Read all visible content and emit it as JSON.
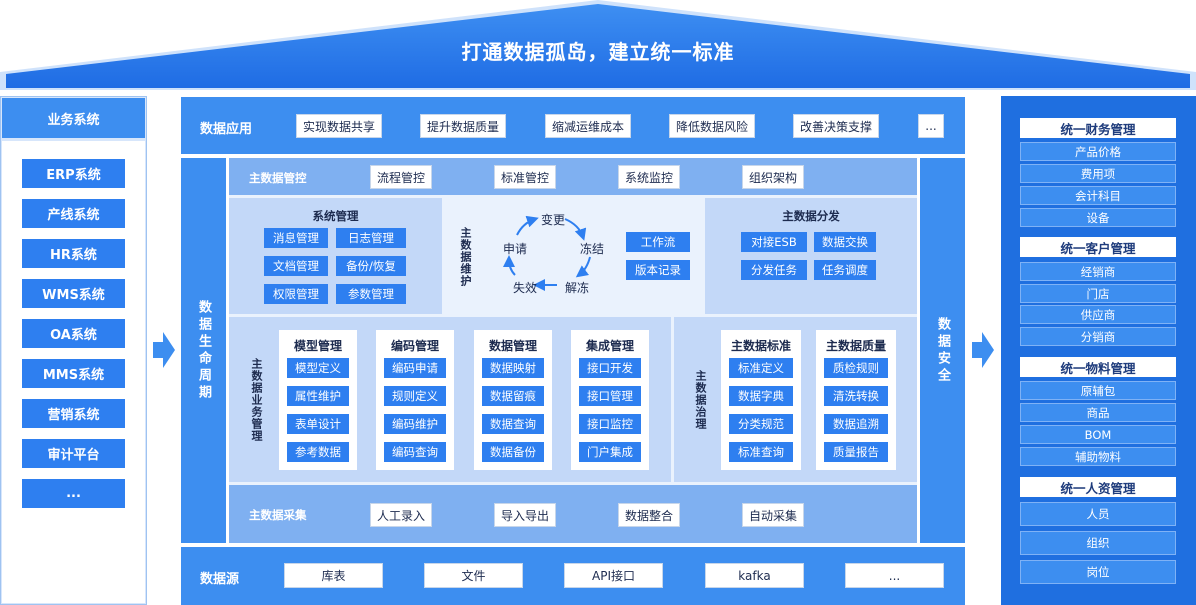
{
  "title": "打通数据孤岛，建立统一标准",
  "business_systems": {
    "label": "业务系统",
    "items": [
      "ERP系统",
      "产线系统",
      "HR系统",
      "WMS系统",
      "OA系统",
      "MMS系统",
      "营销系统",
      "审计平台",
      "..."
    ]
  },
  "data_application": {
    "label": "数据应用",
    "items": [
      "实现数据共享",
      "提升数据质量",
      "缩减运维成本",
      "降低数据风险",
      "改善决策支撑",
      "..."
    ]
  },
  "lifecycle_label": "数据生命周期",
  "security_label": "数据安全",
  "md_control": {
    "label": "主数据管控",
    "items": [
      "流程管控",
      "标准管控",
      "系统监控",
      "组织架构"
    ]
  },
  "system_management": {
    "title": "系统管理",
    "items": [
      "消息管理",
      "日志管理",
      "文档管理",
      "备份/恢复",
      "权限管理",
      "参数管理"
    ]
  },
  "md_maintenance": {
    "label": "主数据维护",
    "cycle": [
      "变更",
      "冻结",
      "解冻",
      "失效",
      "申请"
    ],
    "items": [
      "工作流",
      "版本记录"
    ]
  },
  "md_distribution": {
    "title": "主数据分发",
    "items": [
      "对接ESB",
      "数据交换",
      "分发任务",
      "任务调度"
    ]
  },
  "md_business": {
    "label": "主数据业务管理",
    "groups": [
      {
        "title": "模型管理",
        "items": [
          "模型定义",
          "属性维护",
          "表单设计",
          "参考数据"
        ]
      },
      {
        "title": "编码管理",
        "items": [
          "编码申请",
          "规则定义",
          "编码维护",
          "编码查询"
        ]
      },
      {
        "title": "数据管理",
        "items": [
          "数据映射",
          "数据留痕",
          "数据查询",
          "数据备份"
        ]
      },
      {
        "title": "集成管理",
        "items": [
          "接口开发",
          "接口管理",
          "接口监控",
          "门户集成"
        ]
      }
    ]
  },
  "md_governance": {
    "label": "主数据治理",
    "groups": [
      {
        "title": "主数据标准",
        "items": [
          "标准定义",
          "数据字典",
          "分类规范",
          "标准查询"
        ]
      },
      {
        "title": "主数据质量",
        "items": [
          "质检规则",
          "清洗转换",
          "数据追溯",
          "质量报告"
        ]
      }
    ]
  },
  "md_collection": {
    "label": "主数据采集",
    "items": [
      "人工录入",
      "导入导出",
      "数据整合",
      "自动采集"
    ]
  },
  "data_source": {
    "label": "数据源",
    "items": [
      "库表",
      "文件",
      "API接口",
      "kafka",
      "..."
    ]
  },
  "unified": [
    {
      "title": "统一财务管理",
      "items": [
        "产品价格",
        "费用项",
        "会计科目",
        "设备"
      ]
    },
    {
      "title": "统一客户管理",
      "items": [
        "经销商",
        "门店",
        "供应商",
        "分销商"
      ]
    },
    {
      "title": "统一物料管理",
      "items": [
        "原辅包",
        "商品",
        "BOM",
        "辅助物料"
      ]
    },
    {
      "title": "统一人资管理",
      "items": [
        "人员",
        "组织",
        "岗位"
      ]
    }
  ],
  "colors": {
    "primary": "#2e7ff0",
    "panel": "#3d8ef0",
    "light": "#c3d8f8",
    "dark": "#1f6fe0"
  }
}
